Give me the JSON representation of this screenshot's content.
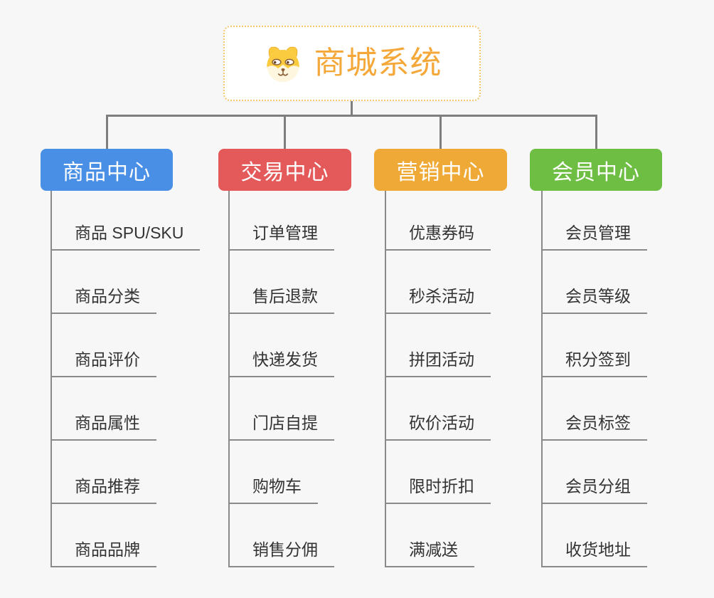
{
  "root": {
    "title": "商城系统",
    "icon": "shiba-dog-icon",
    "border_color": "#f6c76f",
    "title_color": "#f5a83a"
  },
  "connector_color": "#7e7e7e",
  "spine_color": "#8a8a8a",
  "background_color": "#f7f7f7",
  "branches": [
    {
      "label": "商品中心",
      "color": "#4a8fe6",
      "children": [
        "商品 SPU/SKU",
        "商品分类",
        "商品评价",
        "商品属性",
        "商品推荐",
        "商品品牌"
      ]
    },
    {
      "label": "交易中心",
      "color": "#e45a5a",
      "children": [
        "订单管理",
        "售后退款",
        "快递发货",
        "门店自提",
        "购物车",
        "销售分佣"
      ]
    },
    {
      "label": "营销中心",
      "color": "#efa937",
      "children": [
        "优惠券码",
        "秒杀活动",
        "拼团活动",
        "砍价活动",
        "限时折扣",
        "满减送"
      ]
    },
    {
      "label": "会员中心",
      "color": "#6fbe44",
      "children": [
        "会员管理",
        "会员等级",
        "积分签到",
        "会员标签",
        "会员分组",
        "收货地址"
      ]
    }
  ]
}
